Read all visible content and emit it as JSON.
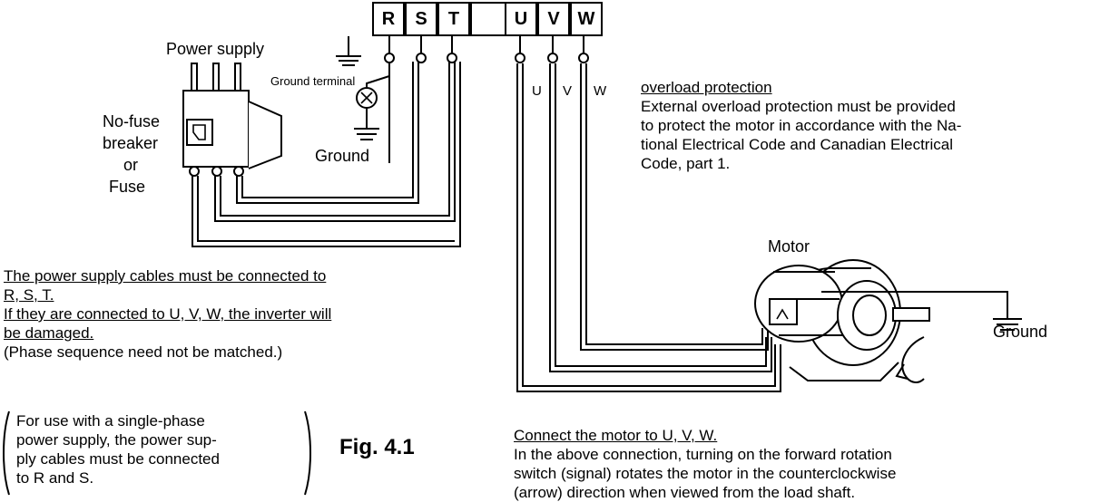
{
  "terminal_block": {
    "input_terminals": [
      "R",
      "S",
      "T"
    ],
    "output_terminals": [
      "U",
      "V",
      "W"
    ]
  },
  "labels": {
    "power_supply": "Power supply",
    "ground_terminal": "Ground terminal",
    "ground_left": "Ground",
    "breaker_line1": "No-fuse",
    "breaker_line2": "breaker",
    "breaker_line3": "or",
    "breaker_line4": "Fuse",
    "wire_u": "U",
    "wire_v": "V",
    "wire_w": "W",
    "motor": "Motor",
    "ground_right": "Ground",
    "figure": "Fig. 4.1"
  },
  "overload_note": {
    "heading": "overload  protection",
    "lines": [
      "External overload protection must be provided",
      "to protect the motor in accordance with the Na-",
      "tional Electrical Code and Canadian Electrical",
      "Code, part 1."
    ]
  },
  "power_note": {
    "underlined_lines": [
      "The power supply cables must be connected to",
      "R, S, T.",
      "If they are connected to U, V, W, the inverter will",
      "be damaged."
    ],
    "plain_line": "(Phase sequence need not be matched.)"
  },
  "single_phase_note": {
    "lines": [
      "For use with a single-phase",
      "power supply, the power sup-",
      "ply cables must be connected",
      "to R and S."
    ]
  },
  "motor_note": {
    "heading": "Connect the motor to U, V, W.",
    "lines": [
      "In the above connection, turning on the forward rotation",
      "switch (signal) rotates the motor in the counterclockwise",
      "(arrow) direction when viewed from the load shaft."
    ]
  }
}
